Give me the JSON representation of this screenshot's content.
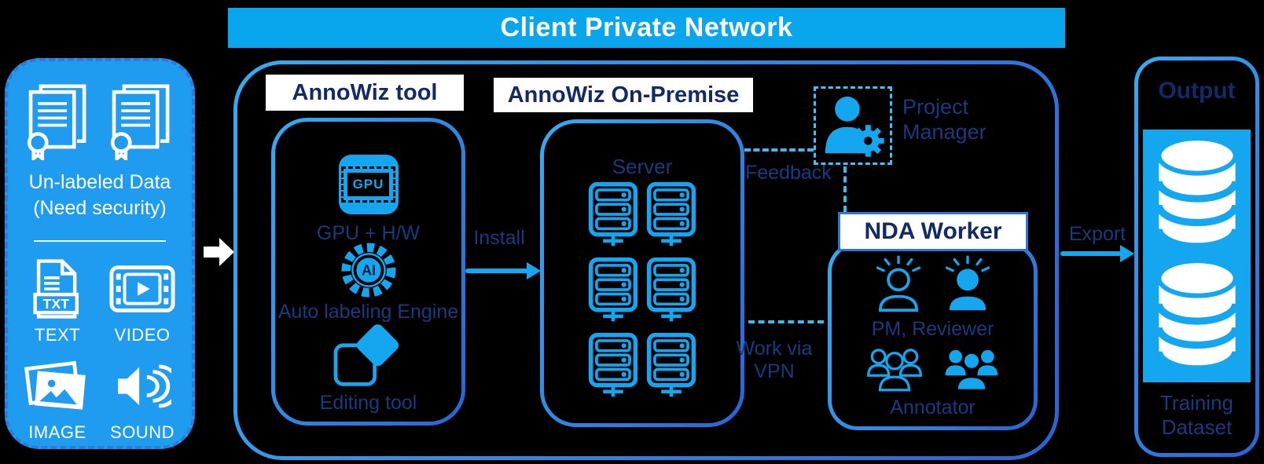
{
  "header": {
    "title": "Client Private Network",
    "bg": "#09A6EE"
  },
  "panel": {
    "title_line1": "Un-labeled Data",
    "title_line2": "(Need security)",
    "txt_badge": "TXT",
    "items": [
      {
        "label": "TEXT",
        "icon": "txt-file-icon"
      },
      {
        "label": "VIDEO",
        "icon": "video-icon"
      },
      {
        "label": "IMAGE",
        "icon": "image-icon"
      },
      {
        "label": "SOUND",
        "icon": "sound-icon"
      }
    ]
  },
  "tool": {
    "title": "AnnoWiz tool",
    "gpu_text": "GPU",
    "gpu_label": "GPU + H/W",
    "ai_text": "AI",
    "ai_label": "Auto labeling Engine",
    "editing_label": "Editing tool"
  },
  "onprem": {
    "title": "AnnoWiz On-Premise",
    "server_label": "Server"
  },
  "connectors": {
    "install": "Install",
    "feedback": "Feedback",
    "work_via_line1": "Work via",
    "work_via_line2": "VPN",
    "export": "Export"
  },
  "pm": {
    "line1": "Project",
    "line2": "Manager"
  },
  "nda": {
    "title": "NDA Worker",
    "roles": [
      {
        "label": "PM, Reviewer"
      },
      {
        "label": "Annotator"
      }
    ]
  },
  "output": {
    "title": "Output",
    "caption_line1": "Training",
    "caption_line2": "Dataset"
  },
  "colors": {
    "header_blue": "#09A6EE",
    "panel_blue": "#1F9CF0",
    "icon_blue": "#14A7F0",
    "navy_text": "#1A3A80",
    "navy_bold": "#122A66",
    "border_gradient_start": "#35ACF2",
    "border_gradient_end": "#2A63D4",
    "dashed_connector": "#3BB9F0",
    "background": "#000000"
  }
}
